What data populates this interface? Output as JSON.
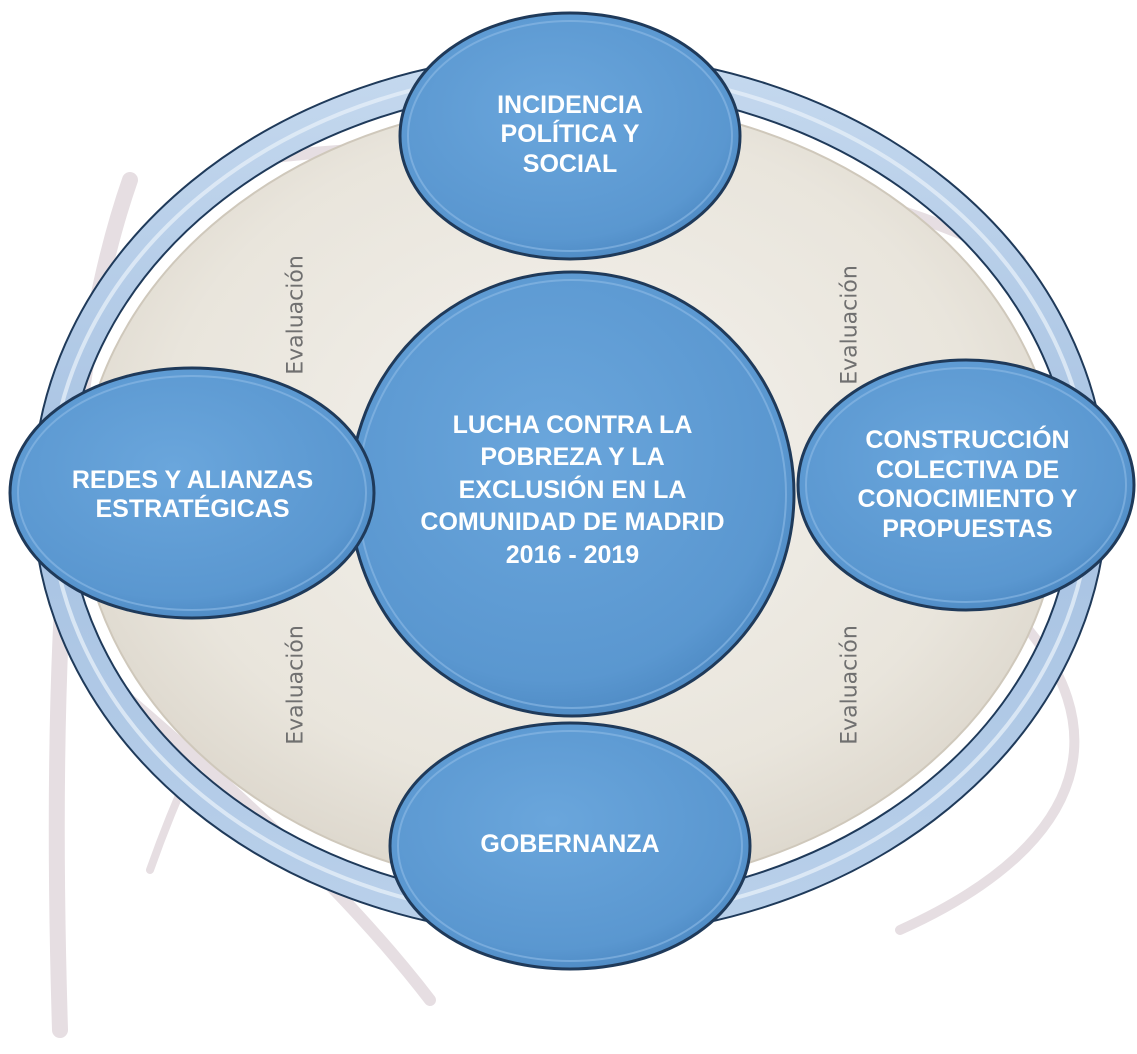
{
  "center": {
    "text": "LUCHA CONTRA LA POBREZA Y LA EXCLUSIÓN EN LA COMUNIDAD DE MADRID 2016 - 2019"
  },
  "nodes": {
    "top": "INCIDENCIA POLÍTICA Y SOCIAL",
    "left": "REDES Y ALIANZAS ESTRATÉGICAS",
    "right": "CONSTRUCCIÓN COLECTIVA DE CONOCIMIENTO Y PROPUESTAS",
    "bottom": "GOBERNANZA"
  },
  "evaluation": {
    "top_left": "Evaluación",
    "top_right": "Evaluación",
    "bottom_left": "Evaluación",
    "bottom_right": "Evaluación"
  },
  "colors": {
    "node_fill": "#5b9bd5",
    "node_outline": "#1f3a5a",
    "ring": "#a9c4e4",
    "inner_fill": "#ece8e0",
    "text": "#ffffff",
    "evaluation_text": "#707070"
  }
}
